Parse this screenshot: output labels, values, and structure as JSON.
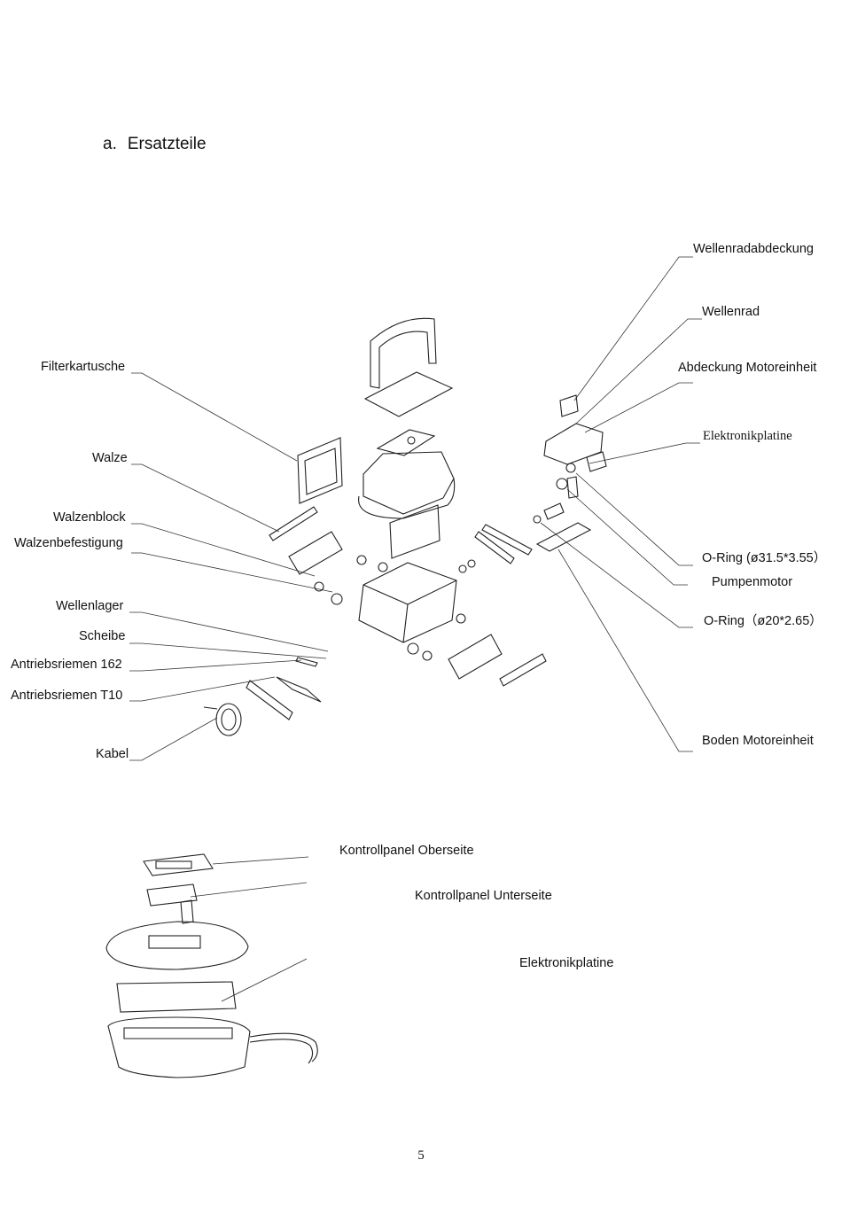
{
  "section": {
    "number": "a.",
    "title": "Ersatzteile"
  },
  "labels_left": [
    "Filterkartusche",
    "Walze",
    "Walzenblock",
    "Walzenbefestigung",
    "Wellenlager",
    "Scheibe",
    "Antriebsriemen 162",
    "Antriebsriemen T10",
    "Kabel"
  ],
  "labels_right": [
    "Wellenradabdeckung",
    "Wellenrad",
    "Abdeckung Motoreinheit",
    "Elektronikplatine",
    "O-Ring (ø31.5*3.55）",
    "Pumpenmotor",
    "O-Ring（ø20*2.65）",
    "Boden   Motoreinheit"
  ],
  "labels_bottom": [
    "Kontrollpanel Oberseite",
    "Kontrollpanel Unterseite",
    "Elektronikplatine"
  ],
  "page_number": "5"
}
